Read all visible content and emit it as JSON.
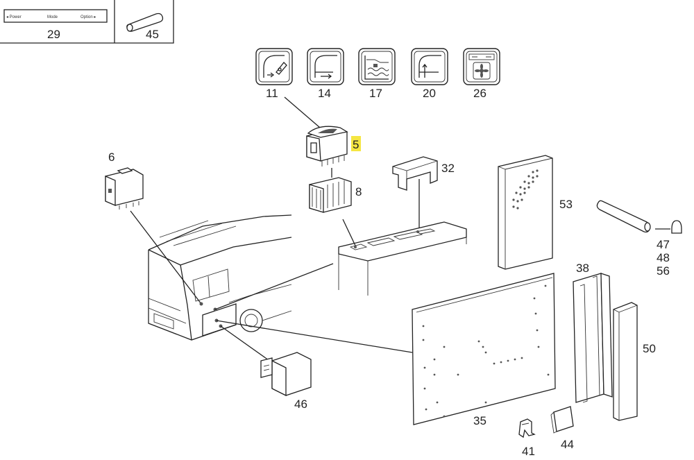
{
  "labels": {
    "p5": "5",
    "p6": "6",
    "p8": "8",
    "p11": "11",
    "p14": "14",
    "p17": "17",
    "p20": "20",
    "p26": "26",
    "p29": "29",
    "p32": "32",
    "p35": "35",
    "p38": "38",
    "p41": "41",
    "p44": "44",
    "p45": "45",
    "p46": "46",
    "p47": "47",
    "p48": "48",
    "p50": "50",
    "p53": "53",
    "p56": "56"
  },
  "switch_panel_29": {
    "left": "◂ Power",
    "middle": "Mode",
    "right": "Option ▸"
  },
  "highlight_color": "#f5e642"
}
